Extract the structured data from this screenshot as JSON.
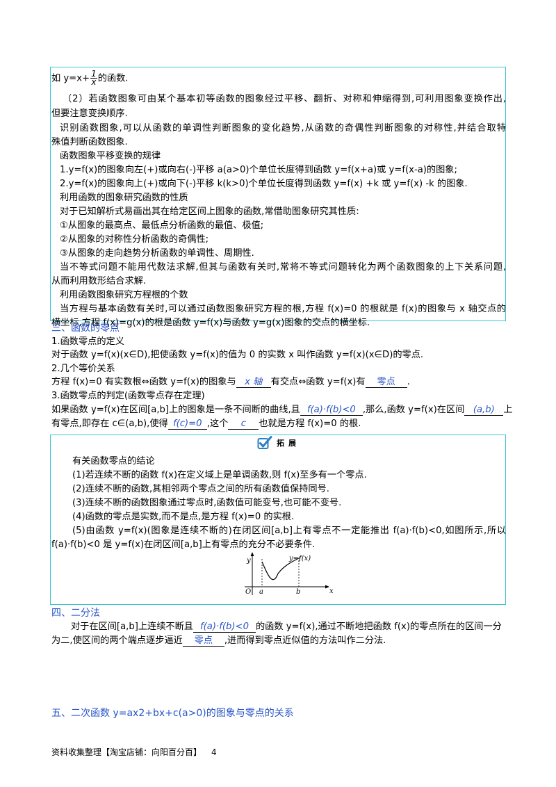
{
  "box1": {
    "l0_pre": "如 y=x+",
    "l0_num": "1",
    "l0_den": "x",
    "l0_post": "的函数.",
    "l1": "（2）若函数图象可由某个基本初等函数的图象经过平移、翻折、对称和伸缩得到,可利用图象变换作出,",
    "l2": "但要注意变换顺序.",
    "l3": "识别函数图象,可以从函数的单调性判断图象的变化趋势,从函数的奇偶性判断图象的对称性,并结合取特",
    "l4": "殊值判断函数图象.",
    "l5": "函数图象平移变换的规律",
    "l6": "1.y=f(x)的图象向左(+)或向右(-)平移 a(a>0)个单位长度得到函数 y=f(x+a)或 y=f(x-a)的图象;",
    "l7": "2.y=f(x)的图象向上(+)或向下(-)平移 k(k>0)个单位长度得到函数 y=f(x)  +k 或 y=f(x)  -k 的图象.",
    "l8": "利用函数的图象研究函数的性质",
    "l9": "对于已知解析式易画出其在给定区间上图象的函数,常借助图象研究其性质:",
    "l10": "①从图象的最高点、最低点分析函数的最值、极值;",
    "l11": "②从图象的对称性分析函数的奇偶性;",
    "l12": "③从图象的走向趋势分析函数的单调性、周期性.",
    "l13": "当不等式问题不能用代数法求解,但其与函数有关时,常将不等式问题转化为两个函数图象的上下关系问题,",
    "l14": "从而利用数形结合求解.",
    "l15": "利用函数图象研究方程根的个数",
    "l16": "当方程与基本函数有关时,可以通过函数图象研究方程的根,方程 f(x)=0 的根就是 f(x)的图象与 x 轴交点的",
    "l17": "横坐标,方程 f(x)=g(x)的根是函数 y=f(x)与函数 y=g(x)图象的交点的横坐标."
  },
  "sec3": {
    "title": "三、函数的零点",
    "s1_title": "1.函数零点的定义",
    "s1_text": "对于函数 y=f(x)(x∈D),把使函数 y=f(x)的值为 0 的实数 x 叫作函数 y=f(x)(x∈D)的零点.",
    "s2_title": "2.几个等价关系",
    "s2_a": "方程 f(x)=0 有实数根⇔函数 y=f(x)的图象与",
    "s2_blank1": "x 轴",
    "s2_b": "有交点⇔函数 y=f(x)有",
    "s2_blank2": "零点",
    "s2_c": ".",
    "s3_title": "3.函数零点的判定(函数零点存在定理)",
    "s3_a": "如果函数 y=f(x)在区间[a,b]上的图象是一条不间断的曲线,且",
    "s3_blank1": "f(a)·f(b)<0",
    "s3_b": ",那么,函数 y=f(x)在区间",
    "s3_blank2": "(a,b)",
    "s3_c": "上",
    "s3_d": "有零点,即存在 c∈(a,b),使得",
    "s3_blank3": "f(c)=0",
    "s3_e": ",这个",
    "s3_blank4": "c",
    "s3_f": "也就是方程 f(x)=0 的根."
  },
  "box2": {
    "badge": "拓展",
    "title": "有关函数零点的结论",
    "i1": "(1)若连续不断的函数 f(x)在定义域上是单调函数,则 f(x)至多有一个零点.",
    "i2": "(2)连续不断的函数,其相邻两个零点之间的所有函数值保持同号.",
    "i3": "(3)连续不断的函数图象通过零点时,函数值可能变号,也可能不变号.",
    "i4": "(4)函数的零点是实数,而不是点,是方程 f(x)=0 的实根.",
    "i5a": "(5)由函数 y=f(x)(图象是连续不断的)在闭区间[a,b]上有零点不一定能推出 f(a)·f(b)<0,如图所示,所以",
    "i5b": "f(a)·f(b)<0 是 y=f(x)在闭区间[a,b]上有零点的充分不必要条件.",
    "graph": {
      "y_label": "y",
      "x_label": "x",
      "origin": "O",
      "a_label": "a",
      "b_label": "b",
      "curve_label": "y=f(x)"
    }
  },
  "sec4": {
    "title": "四、二分法",
    "a": "对于在区间[a,b]上连续不断且",
    "blank1": "f(a)·f(b)<0",
    "b": "的函数 y=f(x),通过不断地把函数 f(x)的零点所在的区间一分",
    "c": "为二,使区间的两个端点逐步逼近",
    "blank2": "零点",
    "d": ",进而得到零点近似值的方法叫作二分法."
  },
  "sec5": {
    "title": "五、二次函数 y=ax2+bx+c(a>0)的图象与零点的关系"
  },
  "footer": {
    "text": "资料收集整理【淘宝店铺：向阳百分百】",
    "page": "4"
  },
  "colors": {
    "accent": "#2a55c8",
    "border": "#38c6d4"
  }
}
